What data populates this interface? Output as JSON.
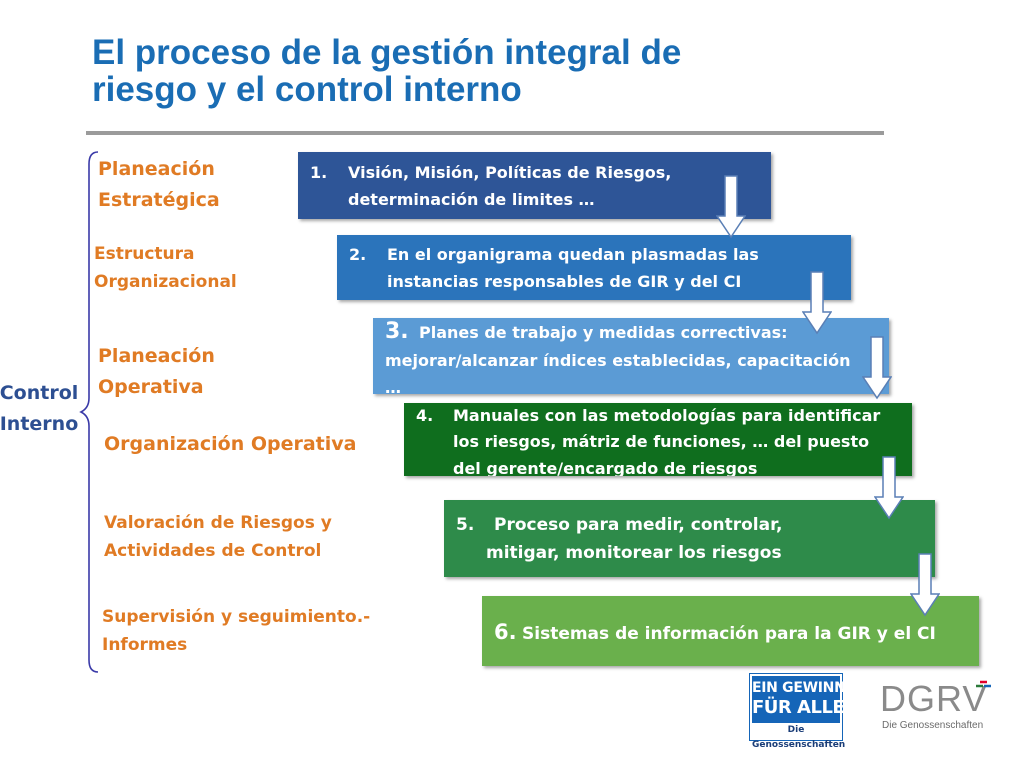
{
  "title": {
    "line1": "El proceso de la gestión integral de",
    "line2": "riesgo y el control interno"
  },
  "control_interno": {
    "line1": "Control",
    "line2": "Interno"
  },
  "labels": {
    "planeacion_estrategica": [
      "Planeación",
      "Estratégica"
    ],
    "estructura_organizacional": [
      "Estructura",
      "Organizacional"
    ],
    "planeacion_operativa": [
      "Planeación",
      "Operativa"
    ],
    "organizacion_operativa": "Organización Operativa",
    "valoracion": [
      "Valoración de Riesgos y",
      "Actividades de Control"
    ],
    "supervision": [
      "Supervisión y seguimiento.-",
      "Informes"
    ]
  },
  "steps": [
    {
      "num": "1.",
      "lines": [
        "Visión, Misión, Políticas de Riesgos,",
        "determinación de limites …"
      ],
      "color": "#2e5597"
    },
    {
      "num": "2.",
      "lines": [
        "En el organigrama quedan plasmadas las",
        "instancias responsables de  GIR y del CI"
      ],
      "color": "#2b74bb"
    },
    {
      "num": "3.",
      "lines": [
        "Planes de trabajo y medidas correctivas:",
        "mejorar/alcanzar índices establecidas, capacitación",
        "…"
      ],
      "color": "#5b9bd5"
    },
    {
      "num": "4.",
      "lines": [
        "Manuales con las metodologías para identificar",
        "los riesgos, mátriz de funciones, … del puesto",
        "del gerente/encargado de riesgos"
      ],
      "color": "#0f6e1e"
    },
    {
      "num": "5.",
      "lines": [
        "Proceso para medir, controlar,",
        "mitigar,  monitorear los riesgos"
      ],
      "color": "#2e8b4a"
    },
    {
      "num": "6.",
      "lines": [
        "Sistemas de información para la GIR y el CI"
      ],
      "color": "#6ab04c"
    }
  ],
  "logos": {
    "gewinn": [
      "EIN GEWINN",
      "FÜR ALLE"
    ],
    "gewinn_sub": "Die Genossenschaften",
    "dgrv": "DGRV",
    "dgrv_sub": "Die Genossenschaften"
  },
  "colors": {
    "title": "#1a6db4",
    "labels": "#e07b24",
    "control_interno": "#2d4f92",
    "rule": "#9b9b9b"
  }
}
